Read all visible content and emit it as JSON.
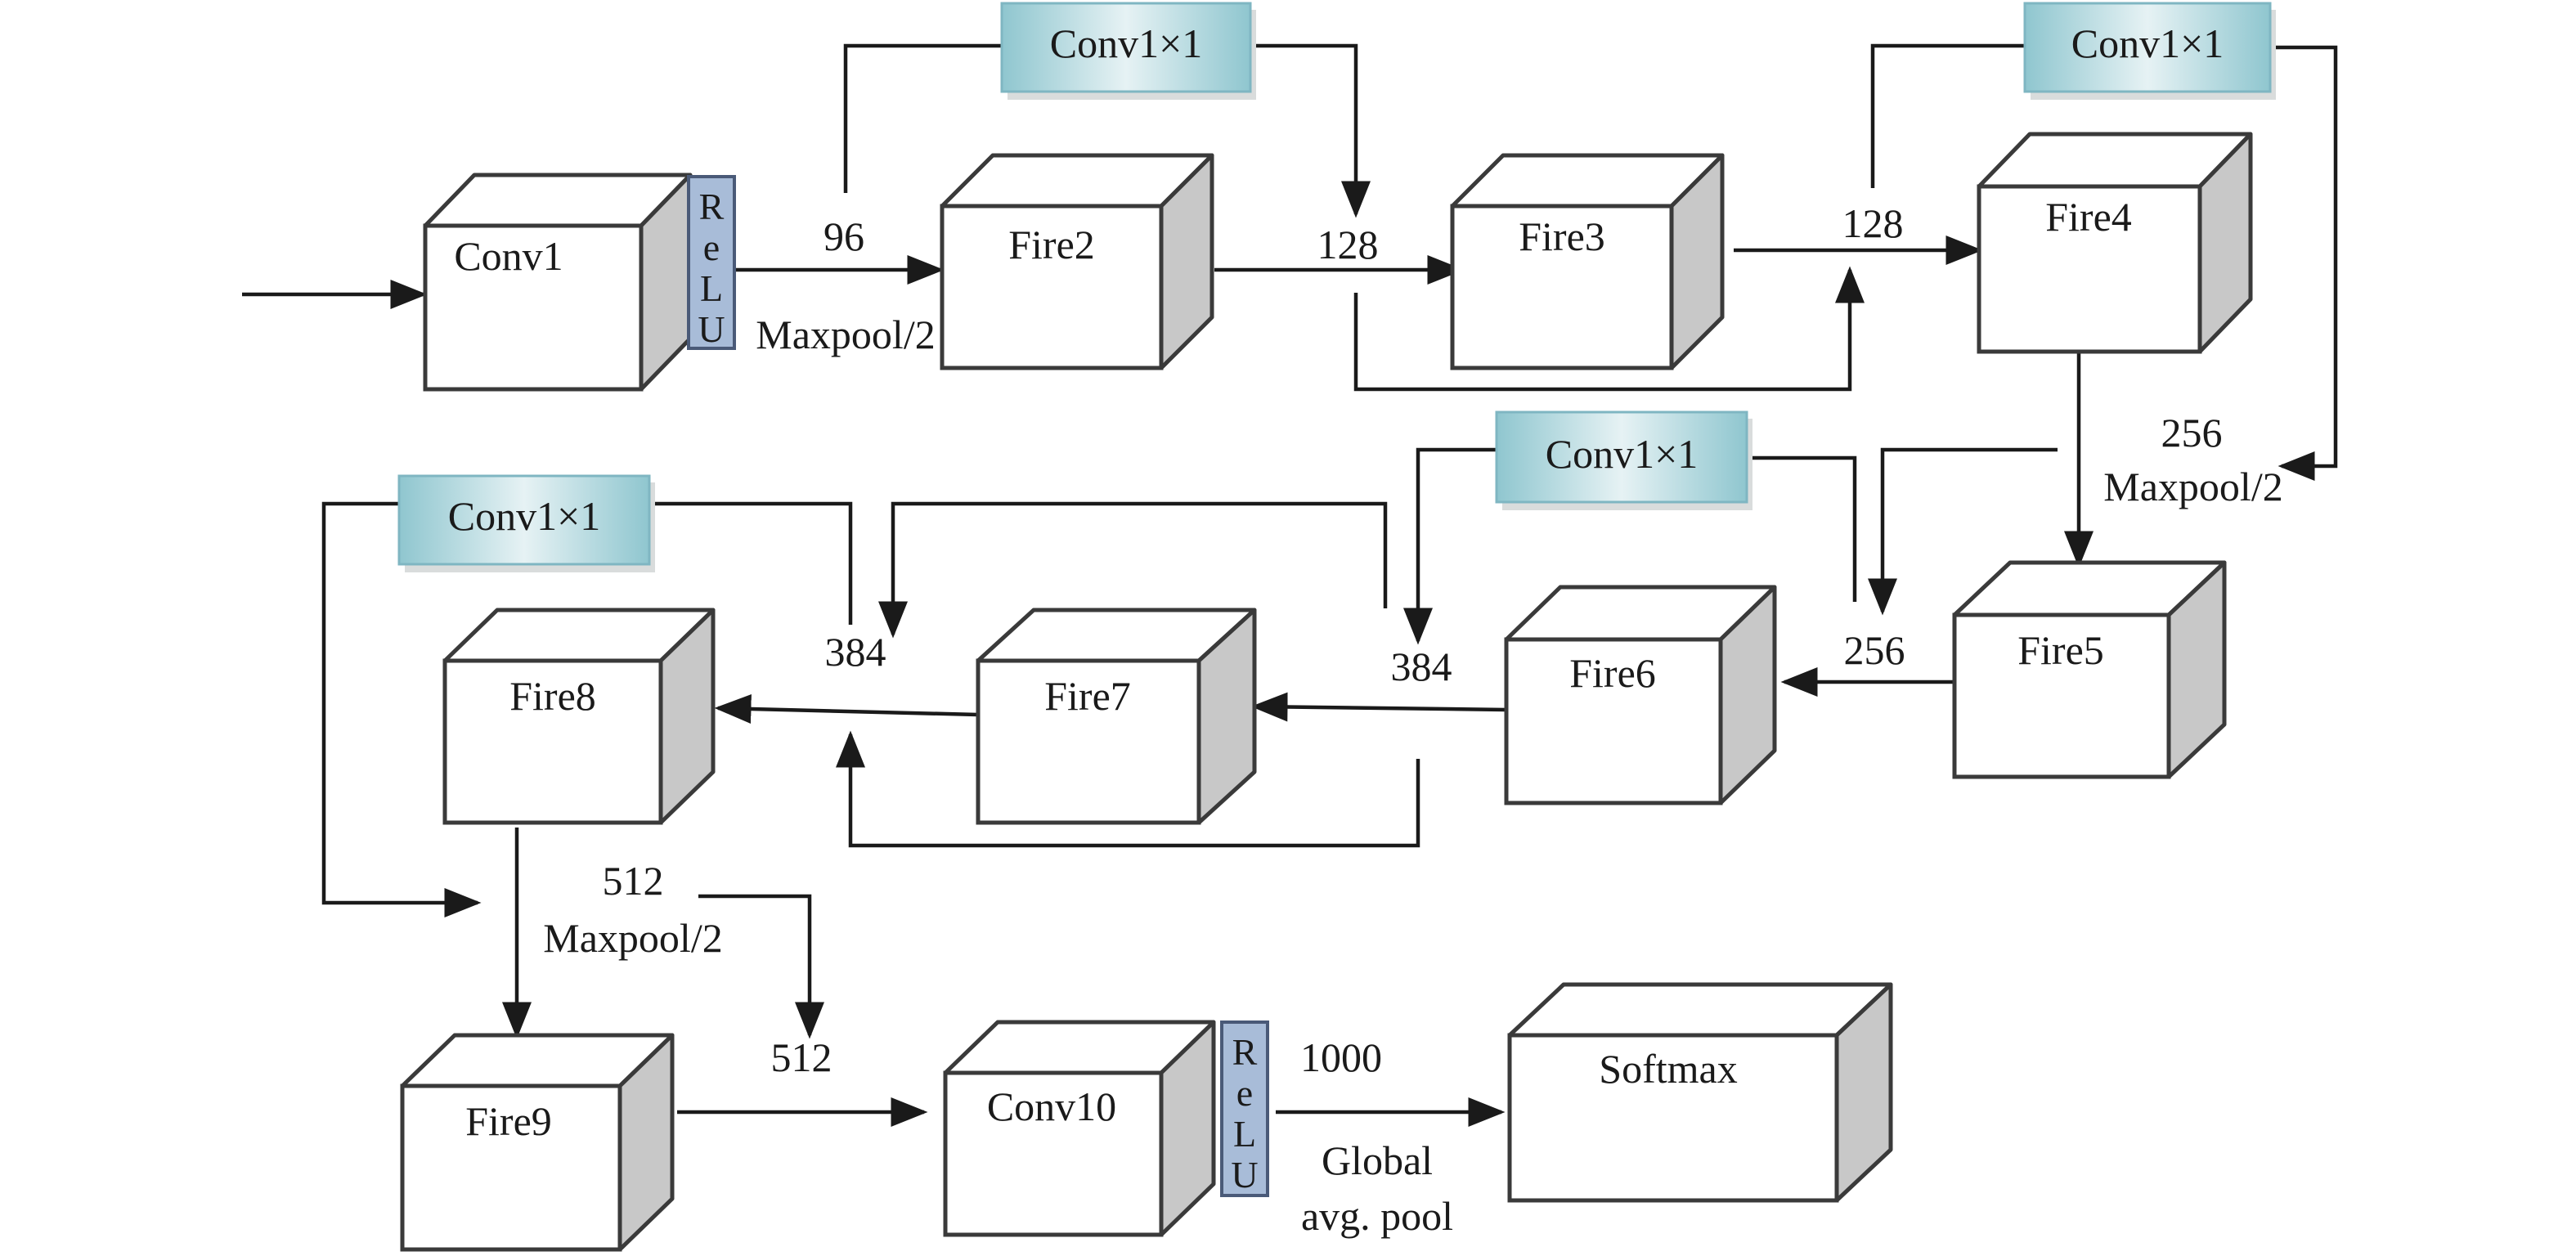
{
  "blocks": {
    "conv1": "Conv1",
    "fire2": "Fire2",
    "fire3": "Fire3",
    "fire4": "Fire4",
    "fire5": "Fire5",
    "fire6": "Fire6",
    "fire7": "Fire7",
    "fire8": "Fire8",
    "fire9": "Fire9",
    "conv10": "Conv10",
    "softmax": "Softmax"
  },
  "relu": {
    "label": "ReLU",
    "letters": [
      "R",
      "e",
      "L",
      "U"
    ]
  },
  "shortcuts": {
    "a": "Conv1×1",
    "b": "Conv1×1",
    "c": "Conv1×1",
    "d": "Conv1×1"
  },
  "channels": {
    "c96": "96",
    "c128_a": "128",
    "c128_b": "128",
    "c256_a": "256",
    "c256_b": "256",
    "c384_a": "384",
    "c384_b": "384",
    "c512_a": "512",
    "c512_b": "512",
    "c1000": "1000"
  },
  "ops": {
    "maxpool_1": "Maxpool/2",
    "maxpool_2": "Maxpool/2",
    "maxpool_3": "Maxpool/2",
    "global_pool_line1": "Global",
    "global_pool_line2": "avg. pool"
  },
  "colors": {
    "relu_fill": "#a8bcd8",
    "conv1x1_fill_center": "#e6f2f4",
    "conv1x1_fill_edge": "#8fc6cf",
    "box_side": "#c8c8c8"
  }
}
